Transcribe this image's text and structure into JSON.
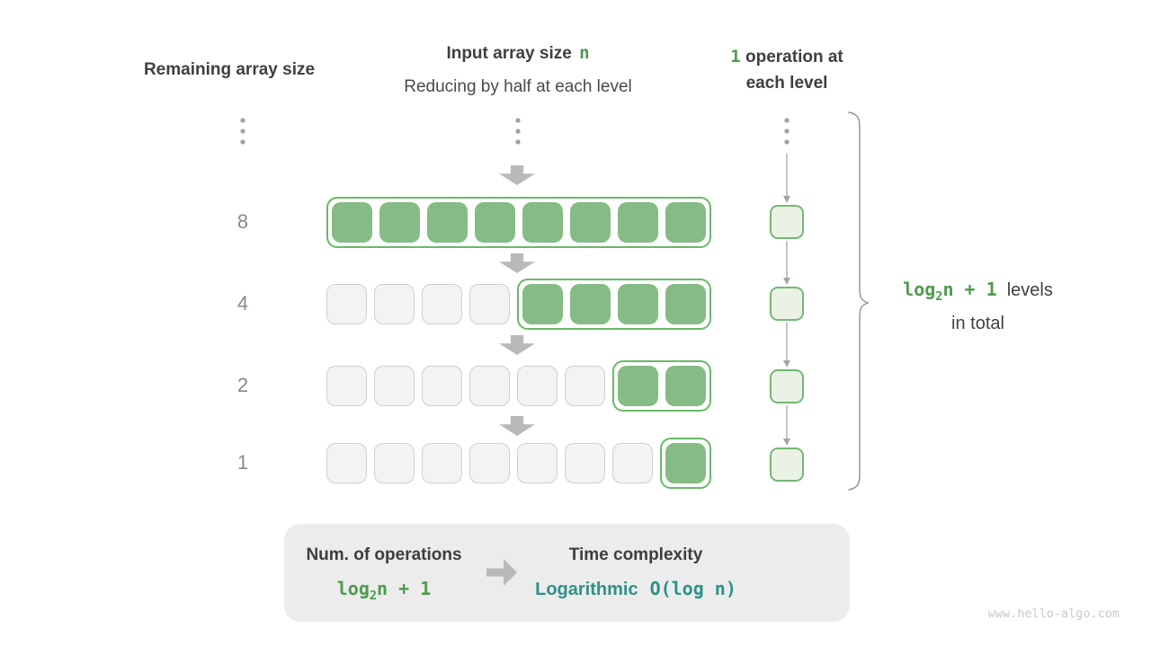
{
  "palette": {
    "green_text": "#4e9b4e",
    "green_cell_fill": "#85bc85",
    "green_outline": "#68b968",
    "op_box_fill": "#eaf2e6",
    "op_box_border": "#73b873",
    "teal_text": "#2f9188",
    "dark_text": "#3f3f3f",
    "gray_label": "#8a8a8a",
    "arrow_gray": "#b9b9b9",
    "inactive_cell_fill": "#f3f3f3",
    "summary_bg": "#ececec"
  },
  "header": {
    "left_title": "Remaining array size",
    "center_title": "Input array size",
    "center_title_var": "n",
    "center_subtitle": "Reducing by half at each level",
    "right_var": "1",
    "right_line1_rest": "operation at",
    "right_line2": "each level"
  },
  "rows": [
    {
      "label": "8",
      "inactive_cells": 0,
      "active_cells": 8
    },
    {
      "label": "4",
      "inactive_cells": 4,
      "active_cells": 4
    },
    {
      "label": "2",
      "inactive_cells": 6,
      "active_cells": 2
    },
    {
      "label": "1",
      "inactive_cells": 7,
      "active_cells": 1
    }
  ],
  "brace": {
    "formula_fn": "log",
    "formula_sub": "2",
    "formula_rest": "n + 1",
    "suffix_line1": "levels",
    "suffix_line2": "in total"
  },
  "summary": {
    "left_title": "Num. of operations",
    "left_formula_fn": "log",
    "left_formula_sub": "2",
    "left_formula_rest": "n + 1",
    "right_title": "Time complexity",
    "right_word": "Logarithmic",
    "right_code": "O(log n)"
  },
  "watermark": "www.hello-algo.com"
}
